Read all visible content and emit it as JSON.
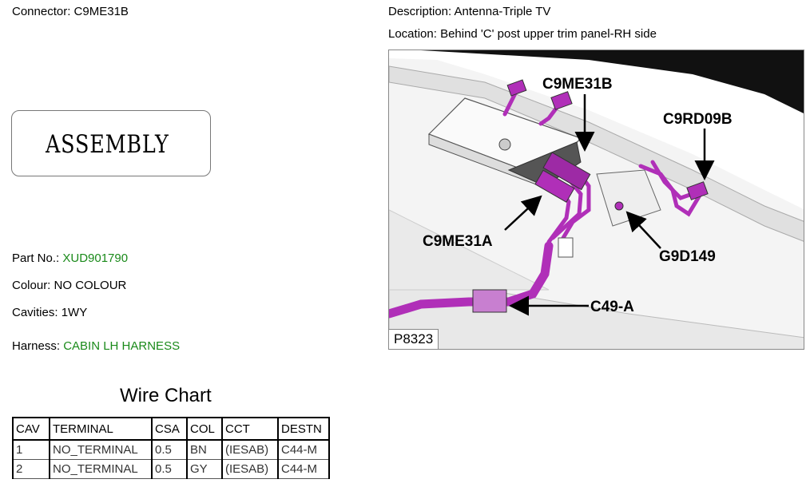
{
  "header": {
    "connector_label": "Connector:",
    "connector_value": "C9ME31B",
    "description_label": "Description:",
    "description_value": "Antenna-Triple TV",
    "location_label": "Location:",
    "location_value": "Behind 'C' post upper trim panel-RH side"
  },
  "assembly": {
    "text": "ASSEMBLY"
  },
  "info": {
    "part_label": "Part No.:",
    "part_value": "XUD901790",
    "colour_label": "Colour:",
    "colour_value": "NO COLOUR",
    "cavities_label": "Cavities:",
    "cavities_value": "1WY",
    "harness_label": "Harness:",
    "harness_value": "CABIN LH HARNESS"
  },
  "wire_chart": {
    "title": "Wire Chart",
    "columns": [
      "CAV",
      "TERMINAL",
      "CSA",
      "COL",
      "CCT",
      "DESTN"
    ],
    "rows": [
      [
        "1",
        "NO_TERMINAL",
        "0.5",
        "BN",
        "(IESAB)",
        "C44-M"
      ],
      [
        "2",
        "NO_TERMINAL",
        "0.5",
        "GY",
        "(IESAB)",
        "C44-M"
      ]
    ]
  },
  "photo": {
    "ref": "P8323",
    "callouts": [
      "C9ME31B",
      "C9RD09B",
      "C9ME31A",
      "G9D149",
      "C49-A"
    ],
    "wire_color": "#b02fb8"
  }
}
